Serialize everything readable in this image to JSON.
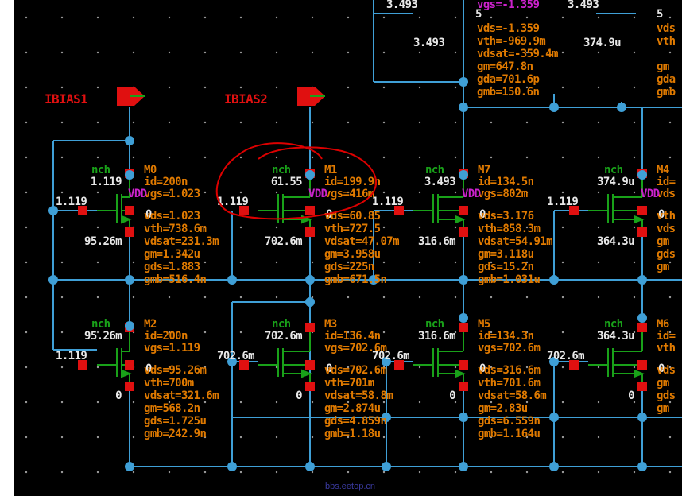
{
  "colors": {
    "background": "#000000",
    "wire": "#3f9fd6",
    "node": "#3f9fd6",
    "pin": "#e01010",
    "device": "#19a119",
    "param": "#e07a00",
    "label": "#e8e8e8",
    "pin_label": "#e01010",
    "vdd": "#cc22cc",
    "circle": "#dd0000"
  },
  "pins": [
    {
      "name": "IBIAS1",
      "icon": "pin-arrow-icon"
    },
    {
      "name": "IBIAS2",
      "icon": "pin-arrow-icon"
    }
  ],
  "top_strip": {
    "v1": "3.493",
    "v2": "3.493",
    "vgs_label": "vgs=-1.359",
    "nodes_5": [
      "5",
      "5"
    ],
    "m_params": [
      "vds=-1.359",
      "vth=-969.9m",
      "vdsat=-359.4m",
      "gm=647.8n",
      "gda=701.6p",
      "gmb=150.6n"
    ],
    "left_val": "3.493",
    "right_val": "374.9u",
    "cut_params": [
      "vds",
      "vth",
      "gm",
      "gda",
      "gmb"
    ]
  },
  "transistors": [
    {
      "id": "m0",
      "model": "nch",
      "name": "M0",
      "gate_v": "1.119",
      "drain_v": "1.119",
      "source_v": "95.26m",
      "bulk": "0",
      "params": [
        "id=200n",
        "vgs=1.023",
        "vds=1.023",
        "vth=738.6m",
        "vdsat=231.3m",
        "gm=1.342u",
        "gds=1.883",
        "gmb=516.4n"
      ]
    },
    {
      "id": "m1",
      "model": "nch",
      "name": "M1",
      "gate_v": "1.119",
      "drain_v": "61.55",
      "source_v": "702.6m",
      "bulk": "0",
      "params": [
        "id=199.9n",
        "vgs=416m",
        "vds=60.85",
        "vth=727.5",
        "vdsat=47.07m",
        "gm=3.958u",
        "gds=225n",
        "gmb=671.5n"
      ]
    },
    {
      "id": "m7",
      "model": "nch",
      "name": "M7",
      "gate_v": "1.119",
      "drain_v": "3.493",
      "source_v": "316.6m",
      "bulk": "0",
      "params": [
        "id=134.5n",
        "vgs=802m",
        "vds=3.176",
        "vth=858.3m",
        "vdsat=54.91m",
        "gm=3.118u",
        "gds=15.2n",
        "gmb=1.031u"
      ]
    },
    {
      "id": "m4",
      "model": "nch",
      "name": "M4",
      "gate_v": "1.119",
      "drain_v": "374.9u",
      "source_v": "364.3u",
      "bulk": "0",
      "params": [
        "id=",
        "vds",
        "vth",
        "vds",
        "gm",
        "gds",
        "gm"
      ]
    },
    {
      "id": "m2",
      "model": "nch",
      "name": "M2",
      "gate_v": "1.119",
      "drain_v": "95.26m",
      "source_v": "0",
      "bulk": "0",
      "params": [
        "id=200n",
        "vgs=1.119",
        "vds=95.26m",
        "vth=700m",
        "vdsat=321.6m",
        "gm=568.2n",
        "gds=1.725u",
        "gmb=242.9n"
      ]
    },
    {
      "id": "m3",
      "model": "nch",
      "name": "M3",
      "gate_v": "702.6m",
      "drain_v": "702.6m",
      "source_v": "0",
      "bulk": "0",
      "params": [
        "id=136.4n",
        "vgs=702.6m",
        "vds=702.6m",
        "vth=701m",
        "vdsat=58.8m",
        "gm=2.874u",
        "gds=4.859n",
        "gmb=1.18u"
      ]
    },
    {
      "id": "m5",
      "model": "nch",
      "name": "M5",
      "gate_v": "702.6m",
      "drain_v": "316.6m",
      "source_v": "0",
      "bulk": "0",
      "params": [
        "id=134.3n",
        "vgs=702.6m",
        "vds=316.6m",
        "vth=701.6m",
        "vdsat=58.6m",
        "gm=2.83u",
        "gds=6.559n",
        "gmb=1.164u"
      ]
    },
    {
      "id": "m6",
      "model": "nch",
      "name": "M6",
      "gate_v": "702.6m",
      "drain_v": "364.3u",
      "source_v": "0",
      "bulk": "0",
      "params": [
        "id=",
        "vth",
        "vds",
        "gm",
        "gds",
        "gm"
      ]
    }
  ],
  "vdd_tags": [
    "VDD",
    "VDD",
    "VDD",
    "VDD"
  ],
  "watermark": "bbs.eetop.cn"
}
